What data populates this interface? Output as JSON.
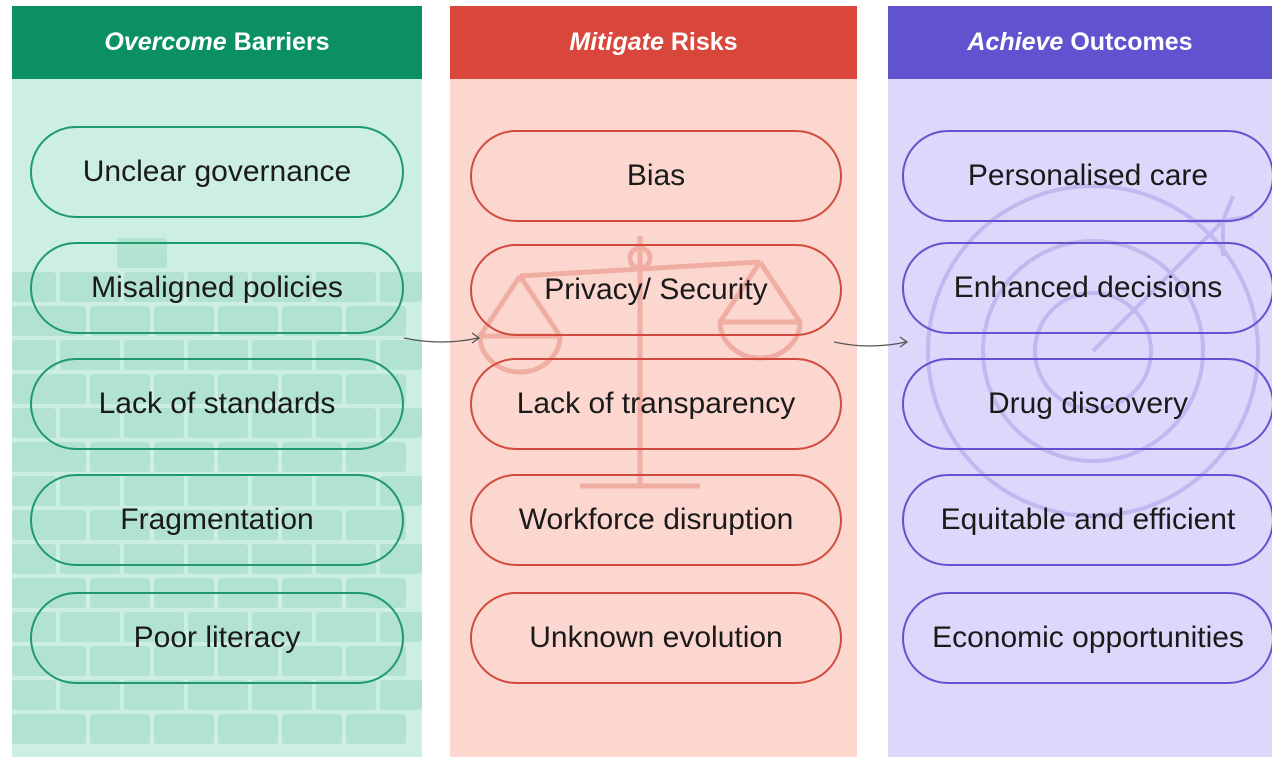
{
  "colors": {
    "barriers_header": "#0b9065",
    "barriers_bg": "#cdeee3",
    "risks_header": "#d9463b",
    "risks_bg": "#fcd7d0",
    "outcomes_header": "#6152cf",
    "outcomes_bg": "#dcd7fb"
  },
  "columns": [
    {
      "title_em": "Overcome",
      "title_rest": "Barriers",
      "background_icon": "brick-wall-icon",
      "items": [
        "Unclear governance",
        "Misaligned policies",
        "Lack of standards",
        "Fragmentation",
        "Poor literacy"
      ]
    },
    {
      "title_em": "Mitigate",
      "title_rest": "Risks",
      "background_icon": "balance-scale-icon",
      "items": [
        "Bias",
        "Privacy/ Security",
        "Lack of transparency",
        "Workforce disruption",
        "Unknown evolution"
      ]
    },
    {
      "title_em": "Achieve",
      "title_rest": "Outcomes",
      "background_icon": "target-arrow-icon",
      "items": [
        "Personalised care",
        "Enhanced decisions",
        "Drug discovery",
        "Equitable and efficient",
        "Economic opportunities"
      ]
    }
  ],
  "connectors": [
    "arrow-right-icon",
    "arrow-right-icon"
  ]
}
